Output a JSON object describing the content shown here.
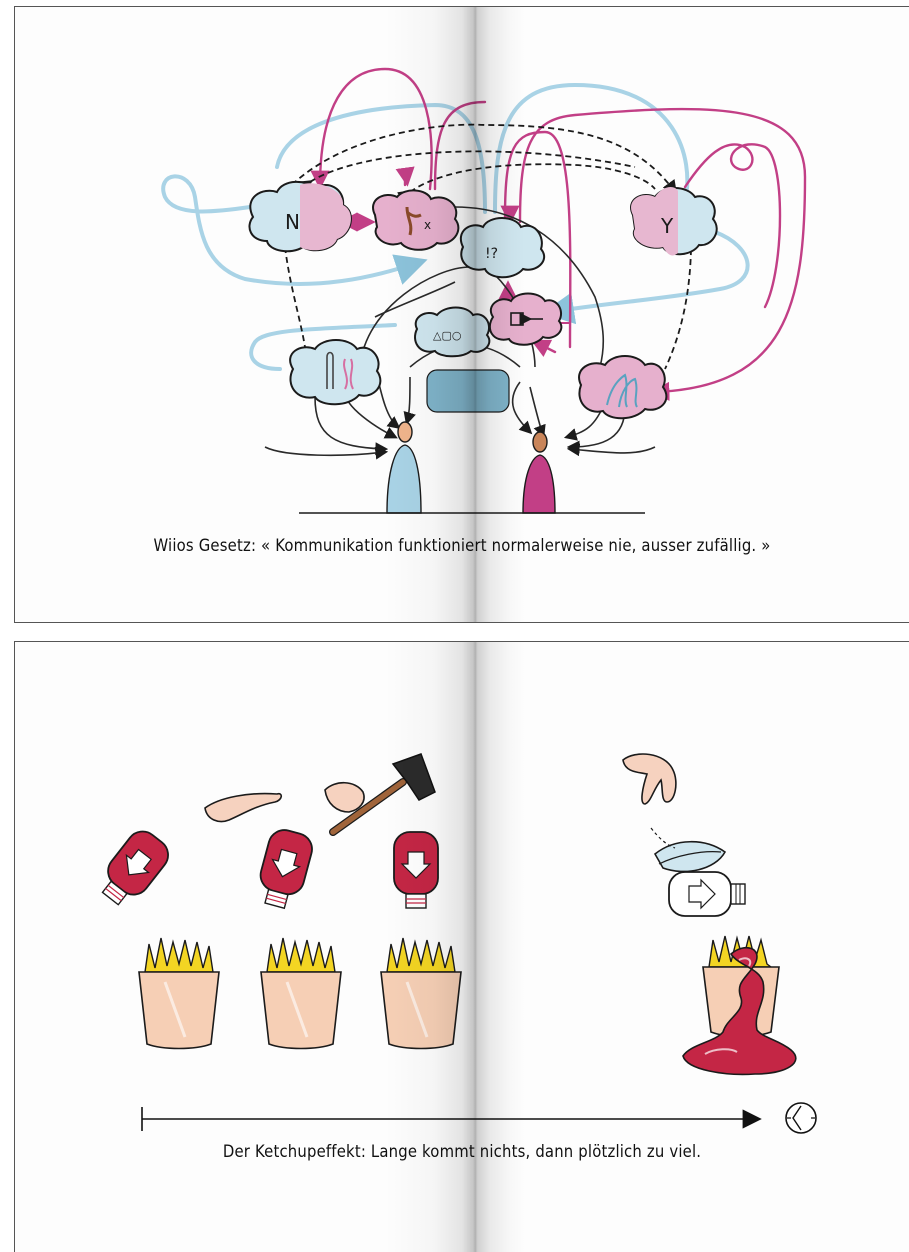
{
  "illustration_top": {
    "caption": "Wiios Gesetz: « Kommunikation funktioniert normalerweise nie, ausser zufällig. »",
    "bubble_labels": {
      "left": "N",
      "right": "Y",
      "center": "!?",
      "shapes": "△▢○"
    },
    "colors": {
      "blue": "#a9d3e6",
      "pink": "#d66fa2",
      "ink": "#1b1b1b"
    }
  },
  "illustration_bottom": {
    "caption": "Der Ketchupeffekt: Lange kommt nichts, dann plötzlich zu viel.",
    "colors": {
      "ketchup": "#c42645",
      "fries": "#f3d523",
      "carton": "#f6cfb5"
    }
  }
}
